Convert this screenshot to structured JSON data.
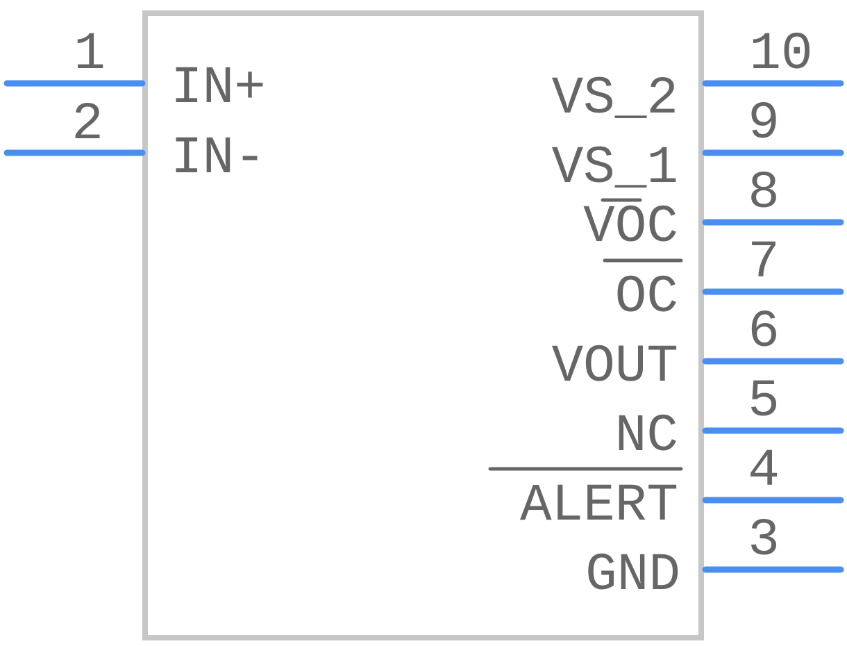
{
  "component": {
    "body_color": "#c7c7c7",
    "pin_color": "#4a8ff0",
    "text_color": "#666666"
  },
  "left_pins": [
    {
      "number": "1",
      "label": "IN+"
    },
    {
      "number": "2",
      "label": "IN-"
    }
  ],
  "right_pins": [
    {
      "number": "10",
      "label": "VS_2"
    },
    {
      "number": "9",
      "label": "VS_1"
    },
    {
      "number": "8",
      "label": "VOC"
    },
    {
      "number": "7",
      "label": "OC"
    },
    {
      "number": "6",
      "label": "VOUT"
    },
    {
      "number": "5",
      "label": "NC"
    },
    {
      "number": "4",
      "label": "ALERT"
    },
    {
      "number": "3",
      "label": "GND"
    }
  ]
}
